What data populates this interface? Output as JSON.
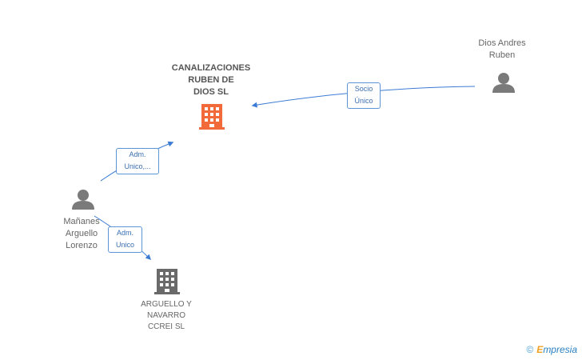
{
  "nodes": {
    "main_company": {
      "label": "CANALIZACIONES\nRUBEN DE\nDIOS SL",
      "type": "company",
      "color": "#f26a3a"
    },
    "person_dios": {
      "label": "Dios Andres\nRuben",
      "type": "person",
      "color": "#7a7a7a"
    },
    "person_manianes": {
      "label": "Mañanes\nArguello\nLorenzo",
      "type": "person",
      "color": "#7a7a7a"
    },
    "company_arguello": {
      "label": "ARGUELLO Y\nNAVARRO\nCCREI SL",
      "type": "company",
      "color": "#6a6a6a"
    }
  },
  "relations": {
    "socio": {
      "label": "Socio\nÚnico"
    },
    "adm_canal": {
      "label": "Adm.\nUnico,..."
    },
    "adm_arguello": {
      "label": "Adm.\nUnico"
    }
  },
  "colors": {
    "edge": "#3b7bd4",
    "rel_border": "#5b95d6"
  },
  "brand": {
    "symbol": "©",
    "initial": "E",
    "rest": "mpresia"
  }
}
